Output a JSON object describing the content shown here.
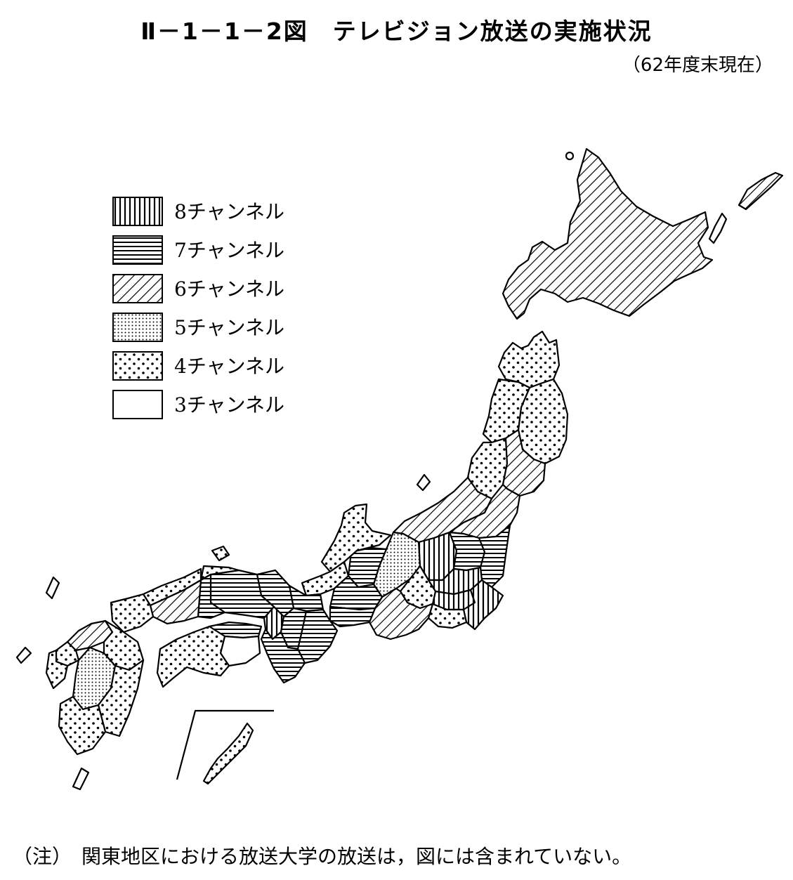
{
  "title": "Ⅱ－1－1－2図　テレビジョン放送の実施状況",
  "subtitle": "（62年度末現在）",
  "legend": [
    {
      "label": "8チャンネル",
      "channels": 8,
      "pattern": "vertical-lines"
    },
    {
      "label": "7チャンネル",
      "channels": 7,
      "pattern": "horizontal-lines"
    },
    {
      "label": "6チャンネル",
      "channels": 6,
      "pattern": "diagonal-lines"
    },
    {
      "label": "5チャンネル",
      "channels": 5,
      "pattern": "fine-dots"
    },
    {
      "label": "4チャンネル",
      "channels": 4,
      "pattern": "coarse-dots"
    },
    {
      "label": "3チャンネル",
      "channels": 3,
      "pattern": "blank"
    }
  ],
  "note": "（注）　関東地区における放送大学の放送は，図には含まれていない。",
  "colors": {
    "ink": "#000000",
    "paper": "#ffffff"
  }
}
